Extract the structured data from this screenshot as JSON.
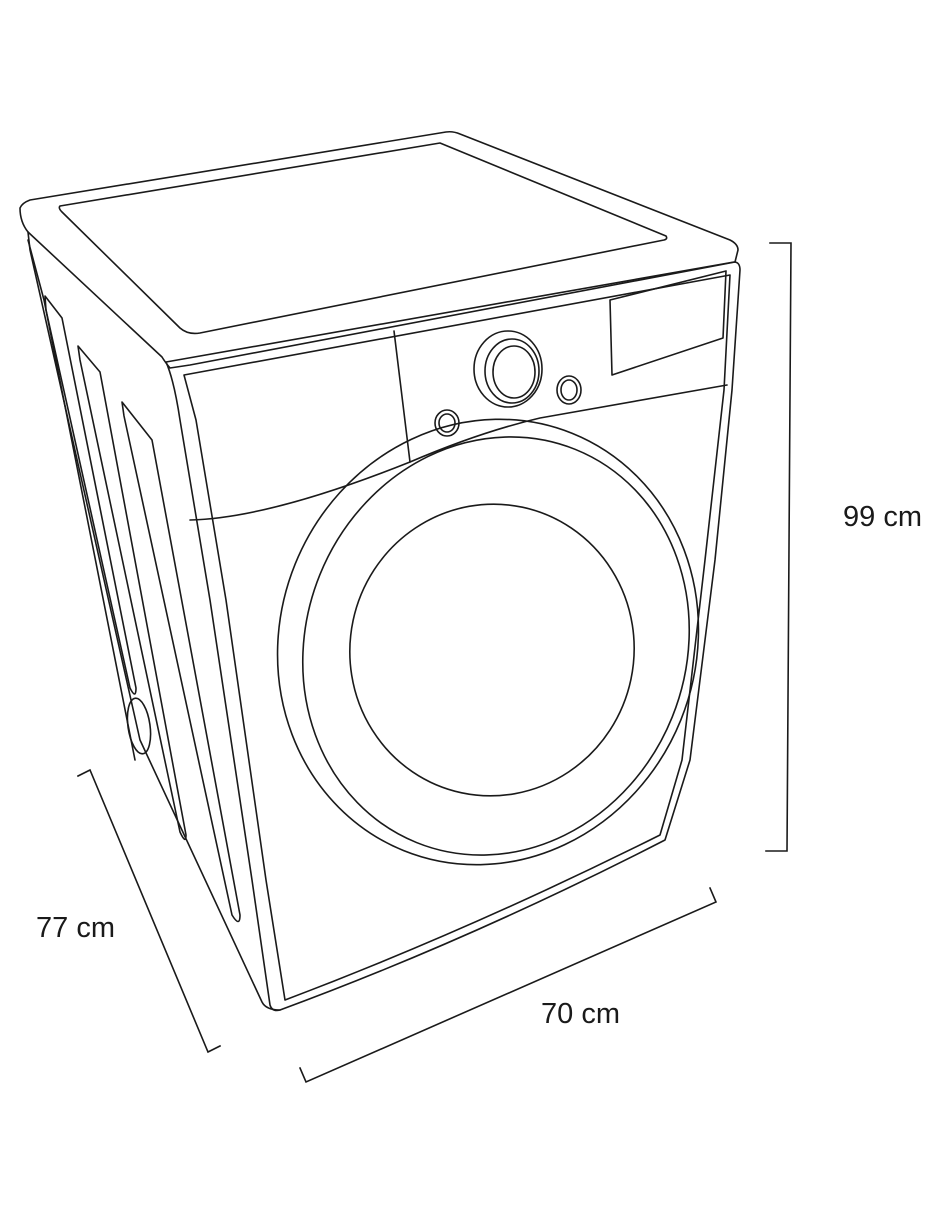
{
  "dimensions": {
    "height": "99 cm",
    "width": "70 cm",
    "depth": "77 cm"
  },
  "colors": {
    "line": "#1a1a1a",
    "background": "#ffffff"
  }
}
